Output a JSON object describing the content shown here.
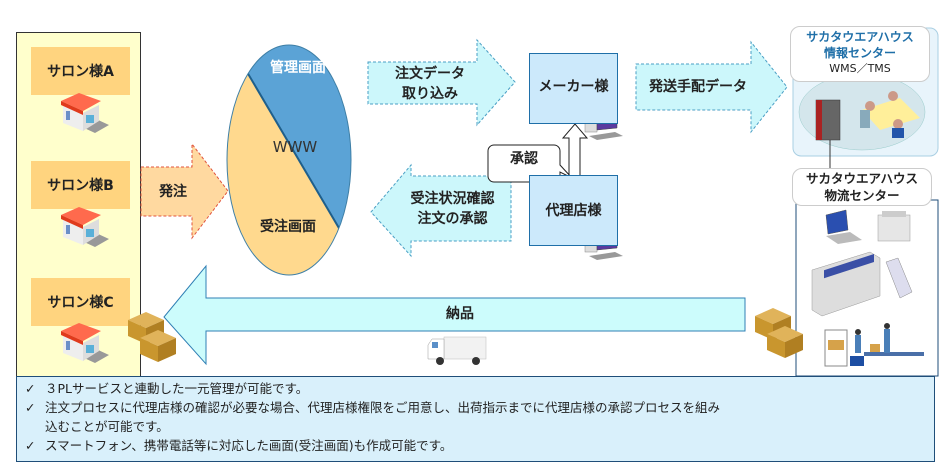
{
  "salons": [
    {
      "label": "サロン様A"
    },
    {
      "label": "サロン様B"
    },
    {
      "label": "サロン様C"
    }
  ],
  "arrows": {
    "order": "発注",
    "order_data_line1": "注文データ",
    "order_data_line2": "取り込み",
    "status_line1": "受注状況確認",
    "status_line2": "注文の承認",
    "shipping_data": "発送手配データ",
    "delivery": "納品"
  },
  "web_ellipse": {
    "top_label": "管理画面",
    "center_label": "WWW",
    "bottom_label": "受注画面"
  },
  "parties": {
    "maker": "メーカー様",
    "agent": "代理店様",
    "approval_callout": "承認"
  },
  "warehouse_info": {
    "title_line1": "サカタウエアハウス",
    "title_line2": "情報センター",
    "subtitle": "WMS／TMS"
  },
  "warehouse_logistics": {
    "title_line1": "サカタウエアハウス",
    "title_line2": "物流センター"
  },
  "notes": [
    {
      "check": "✓",
      "lines": [
        "３PLサービスと連動した一元管理が可能です。"
      ]
    },
    {
      "check": "✓",
      "lines": [
        "注文プロセスに代理店様の確認が必要な場合、代理店様権限をご用意し、出荷指示までに代理店様の承認プロセスを組み",
        "込むことが可能です。"
      ]
    },
    {
      "check": "✓",
      "lines": [
        "スマートフォン、携帯電話等に対応した画面(受注画面)も作成可能です。"
      ]
    }
  ],
  "colors": {
    "salon_panel": "#ffffcc",
    "salon_label": "#ffd47f",
    "order_arrow": "#ffd9a0",
    "data_arrow": "#ccf7fb",
    "ellipse_blue": "#5ba3d6",
    "ellipse_orange": "#ffd98e",
    "party_box": "#cce9fb",
    "notes_bg": "#d9f0fb"
  }
}
